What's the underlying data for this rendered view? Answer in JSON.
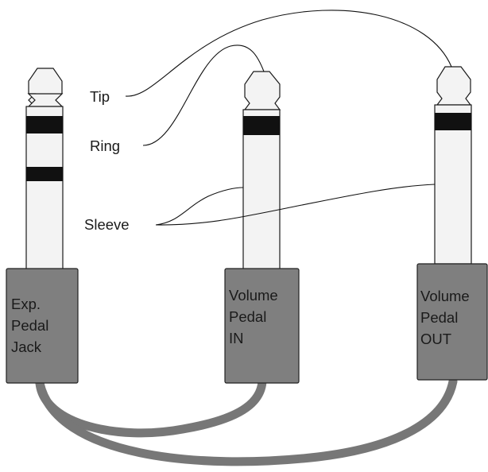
{
  "wire_labels": {
    "tip": "Tip",
    "ring": "Ring",
    "sleeve": "Sleeve"
  },
  "plugs": [
    {
      "id": "exp",
      "lines": [
        "Exp.",
        "Pedal",
        "Jack"
      ],
      "bands": [
        "ring",
        "sleeve"
      ]
    },
    {
      "id": "vol-in",
      "lines": [
        "Volume",
        "Pedal",
        "IN"
      ],
      "bands": [
        "ring"
      ]
    },
    {
      "id": "vol-out",
      "lines": [
        "Volume",
        "Pedal",
        "OUT"
      ],
      "bands": [
        "ring"
      ]
    }
  ],
  "colors": {
    "housing": "#7f7f7f",
    "cable": "#777777",
    "plug_body": "#f3f3f3",
    "band": "#111111",
    "wire": "#111111"
  }
}
